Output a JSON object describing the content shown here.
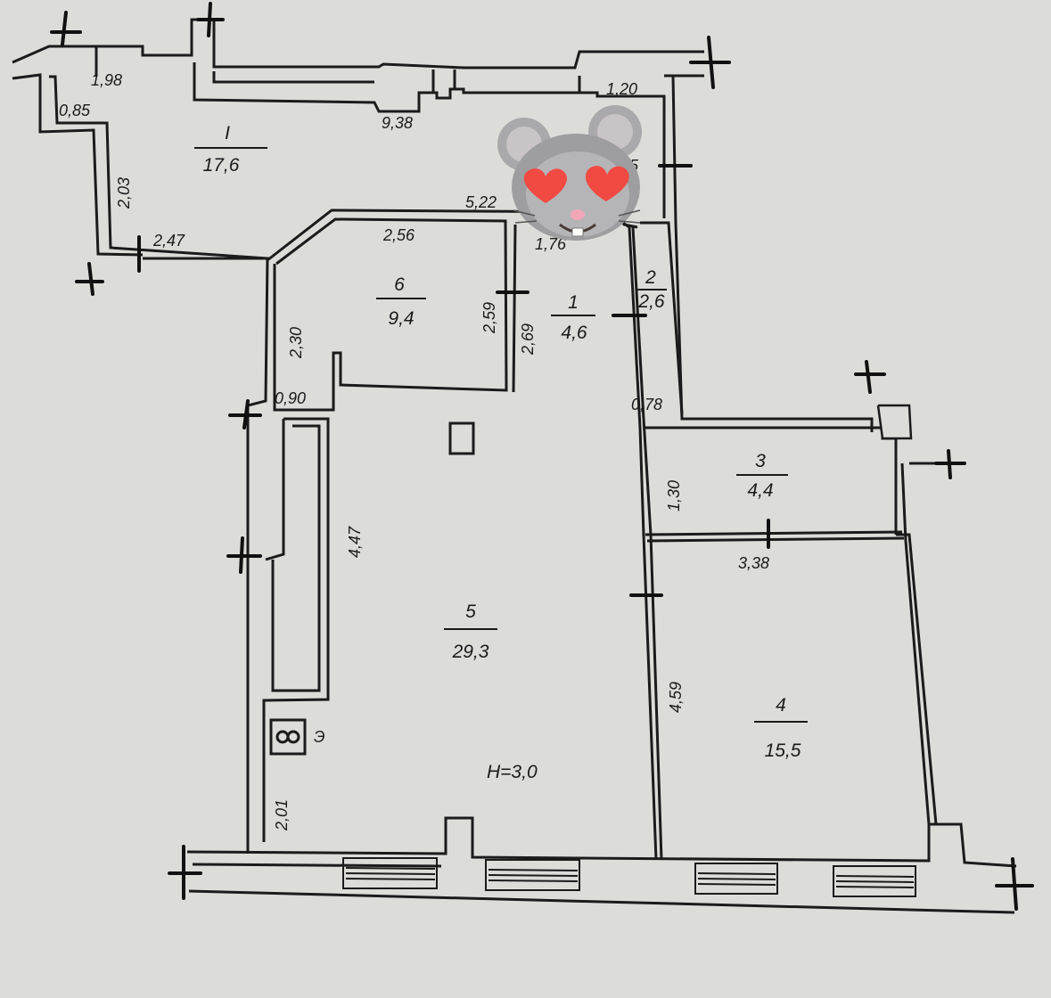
{
  "plan": {
    "height_label": "H=3,0",
    "meter_label": "Э",
    "rooms": [
      {
        "id": "I",
        "number": "I",
        "area": "17,6"
      },
      {
        "id": "1",
        "number": "1",
        "area": "4,6"
      },
      {
        "id": "2",
        "number": "2",
        "area": "2,6"
      },
      {
        "id": "3",
        "number": "3",
        "area": "4,4"
      },
      {
        "id": "4",
        "number": "4",
        "area": "15,5"
      },
      {
        "id": "5",
        "number": "5",
        "area": "29,3"
      },
      {
        "id": "6",
        "number": "6",
        "area": "9,4"
      }
    ],
    "dimensions": {
      "d198": "1,98",
      "d085": "0,85",
      "d938": "9,38",
      "d120": "1,20",
      "d203": "2,03",
      "d522": "5,22",
      "d247": "2,47",
      "d256": "2,56",
      "d176": "1,76",
      "d259": "2,59",
      "d269": "2,69",
      "d230": "2,30",
      "d090": "0,90",
      "d078": "0,78",
      "d130": "1,30",
      "d338": "3,38",
      "d447": "4,47",
      "d459": "4,59",
      "d201": "2,01",
      "dpartial": "5"
    }
  }
}
